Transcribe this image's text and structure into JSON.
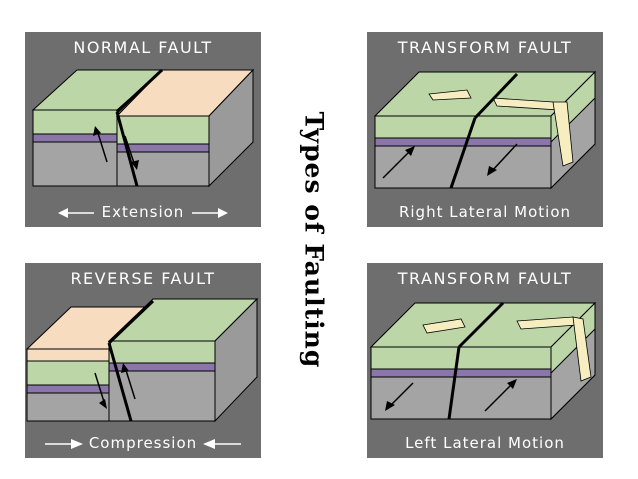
{
  "side_title": "Types of Faulting",
  "panels": {
    "normal": {
      "title": "NORMAL FAULT",
      "caption": "Extension"
    },
    "transform_right": {
      "title": "TRANSFORM FAULT",
      "caption": "Right Lateral Motion"
    },
    "reverse": {
      "title": "REVERSE FAULT",
      "caption": "Compression"
    },
    "transform_left": {
      "title": "TRANSFORM FAULT",
      "caption": "Left Lateral Motion"
    }
  },
  "colors": {
    "panel_bg": "#6e6e6e",
    "green_layer": "#bcd6a8",
    "tan_layer": "#f7dcc0",
    "purple_layer": "#8a76a8",
    "gray_base": "#a4a4a4",
    "stream": "#f6edc0"
  }
}
